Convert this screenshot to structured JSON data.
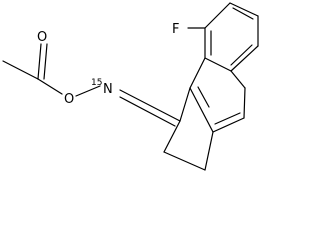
{
  "structure": {
    "atoms": {
      "fluorine": "F",
      "ester_oxygen": "O",
      "carbonyl_oxygen": "O",
      "nitrogen": "N",
      "nitrogen_isotope": "15"
    }
  }
}
